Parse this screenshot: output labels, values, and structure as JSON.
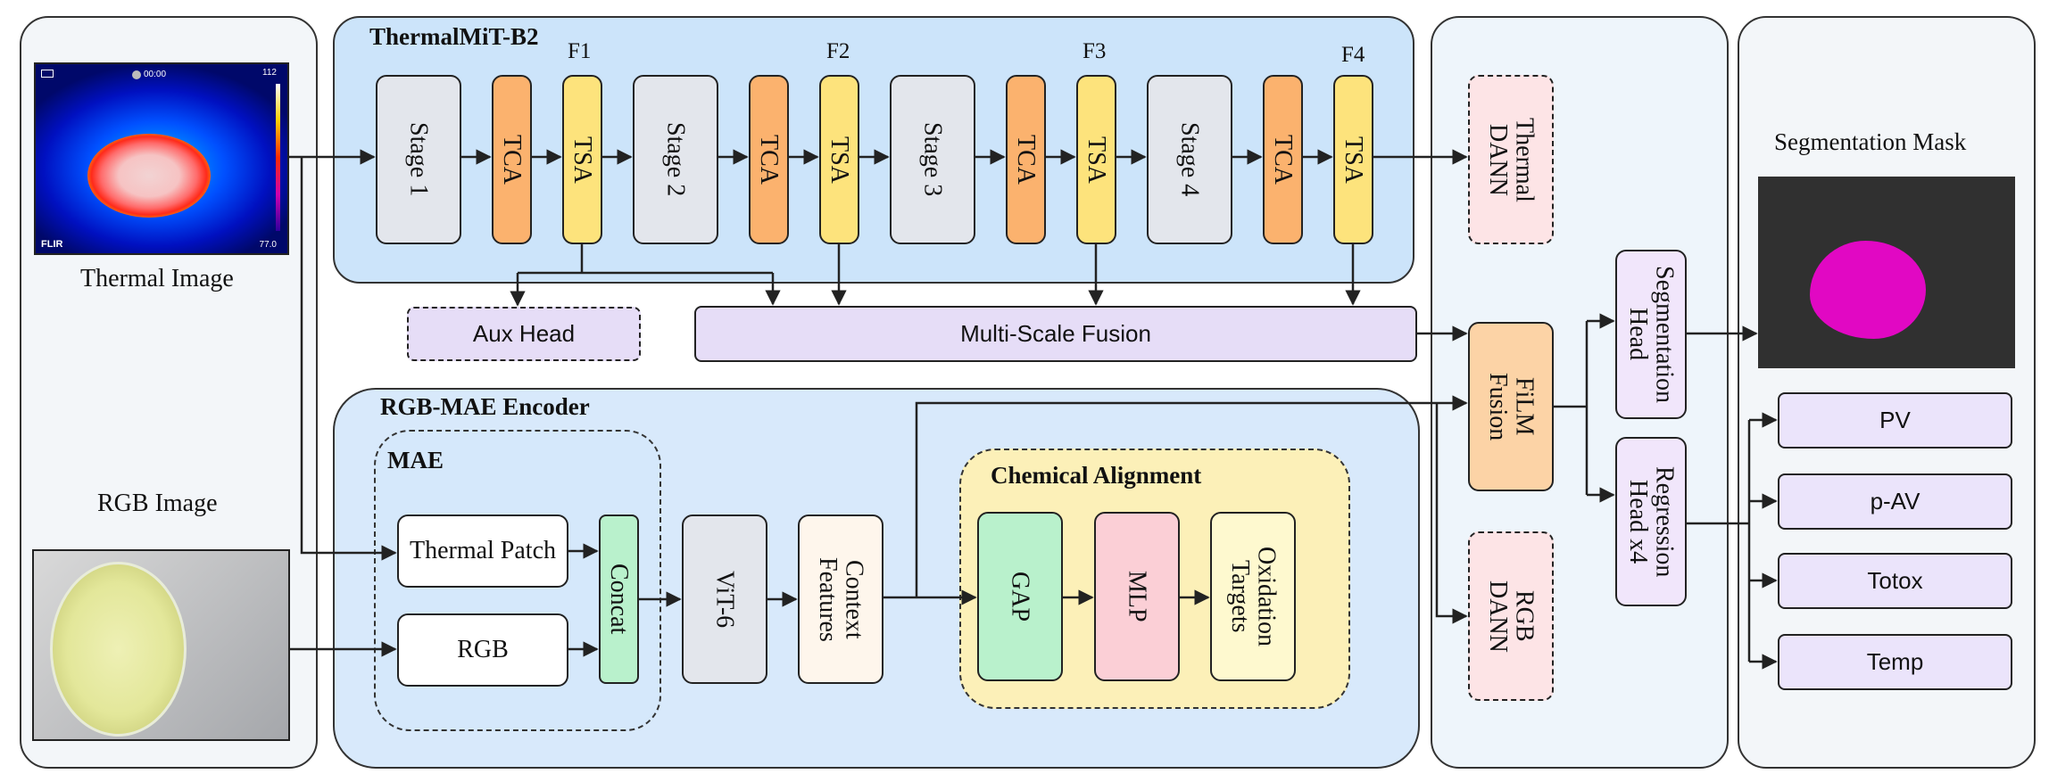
{
  "inputs": {
    "thermal_label": "Thermal Image",
    "rgb_label": "RGB Image",
    "flir_time": "00:00",
    "flir_max": "112",
    "flir_min": "77.0",
    "flir_brand": "FLIR"
  },
  "encoder": {
    "title": "ThermalMiT-B2",
    "features": [
      "F1",
      "F2",
      "F3",
      "F4"
    ],
    "stages": [
      "Stage 1",
      "Stage 2",
      "Stage 3",
      "Stage 4"
    ],
    "tca": "TCA",
    "tsa": "TSA",
    "aux_head": "Aux Head",
    "fusion": "Multi-Scale Fusion"
  },
  "rgb_mae": {
    "title": "RGB-MAE Encoder",
    "mae_title": "MAE",
    "thermal_patch": "Thermal Patch",
    "rgb": "RGB",
    "concat": "Concat",
    "vit": "ViT-6",
    "context": "Context Features",
    "chem_title": "Chemical Alignment",
    "gap": "GAP",
    "mlp": "MLP",
    "oxidation": "Oxidation Targets"
  },
  "middle": {
    "thermal_dann": "Thermal DANN",
    "film": "FiLM Fusion",
    "rgb_dann": "RGB DANN",
    "seg_head": "Segmentation Head",
    "reg_head": "Regression Head x4"
  },
  "outputs": {
    "mask_title": "Segmentation Mask",
    "targets": [
      "PV",
      "p-AV",
      "Totox",
      "Temp"
    ]
  },
  "colors": {
    "stage": "#e3e6ec",
    "tca": "#fbb26e",
    "tsa": "#fde37c",
    "blue_panel": "#cce4fa",
    "lavender": "#e6ddf7",
    "green": "#b9f1cc",
    "pink": "#fbcfd6",
    "yellow": "#fcf0b8",
    "magenta": "#e108c3"
  }
}
